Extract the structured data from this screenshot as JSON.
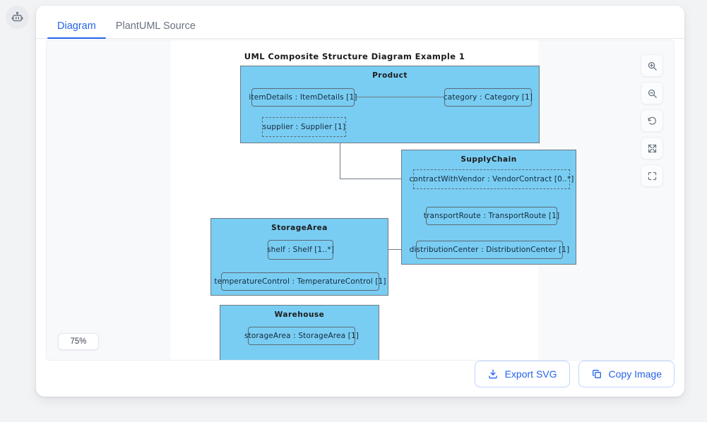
{
  "bot": {
    "icon": "robot-icon"
  },
  "tabs": [
    {
      "label": "Diagram",
      "active": true
    },
    {
      "label": "PlantUML Source",
      "active": false
    }
  ],
  "diagram": {
    "title": "UML Composite Structure Diagram Example 1",
    "classes": [
      {
        "name": "Product",
        "parts": [
          {
            "label": "itemDetails : ItemDetails [1]",
            "style": "solid"
          },
          {
            "label": "category : Category [1]",
            "style": "solid"
          },
          {
            "label": "supplier : Supplier [1]",
            "style": "dashed"
          }
        ]
      },
      {
        "name": "SupplyChain",
        "parts": [
          {
            "label": "contractWithVendor : VendorContract [0..*]",
            "style": "dashed"
          },
          {
            "label": "transportRoute : TransportRoute [1]",
            "style": "solid"
          },
          {
            "label": "distributionCenter : DistributionCenter [1]",
            "style": "solid"
          }
        ]
      },
      {
        "name": "StorageArea",
        "parts": [
          {
            "label": "shelf : Shelf [1..*]",
            "style": "solid"
          },
          {
            "label": "temperatureControl : TemperatureControl [1]",
            "style": "solid"
          }
        ]
      },
      {
        "name": "Warehouse",
        "parts": [
          {
            "label": "storageArea : StorageArea [1]",
            "style": "solid"
          }
        ]
      }
    ],
    "colors": {
      "part_fill": "#79cdf2",
      "part_stroke": "#5b6a78",
      "class_stroke": "#6f7a86"
    }
  },
  "zoom": {
    "level": "75%"
  },
  "toolbar": [
    {
      "name": "zoom-in-icon",
      "title": "Zoom in"
    },
    {
      "name": "zoom-out-icon",
      "title": "Zoom out"
    },
    {
      "name": "reset-rotate-icon",
      "title": "Reset"
    },
    {
      "name": "expand-arrows-icon",
      "title": "Fit"
    },
    {
      "name": "fullscreen-icon",
      "title": "Fullscreen"
    }
  ],
  "footer": {
    "export_label": "Export SVG",
    "copy_label": "Copy Image",
    "accent": "#2563eb"
  }
}
